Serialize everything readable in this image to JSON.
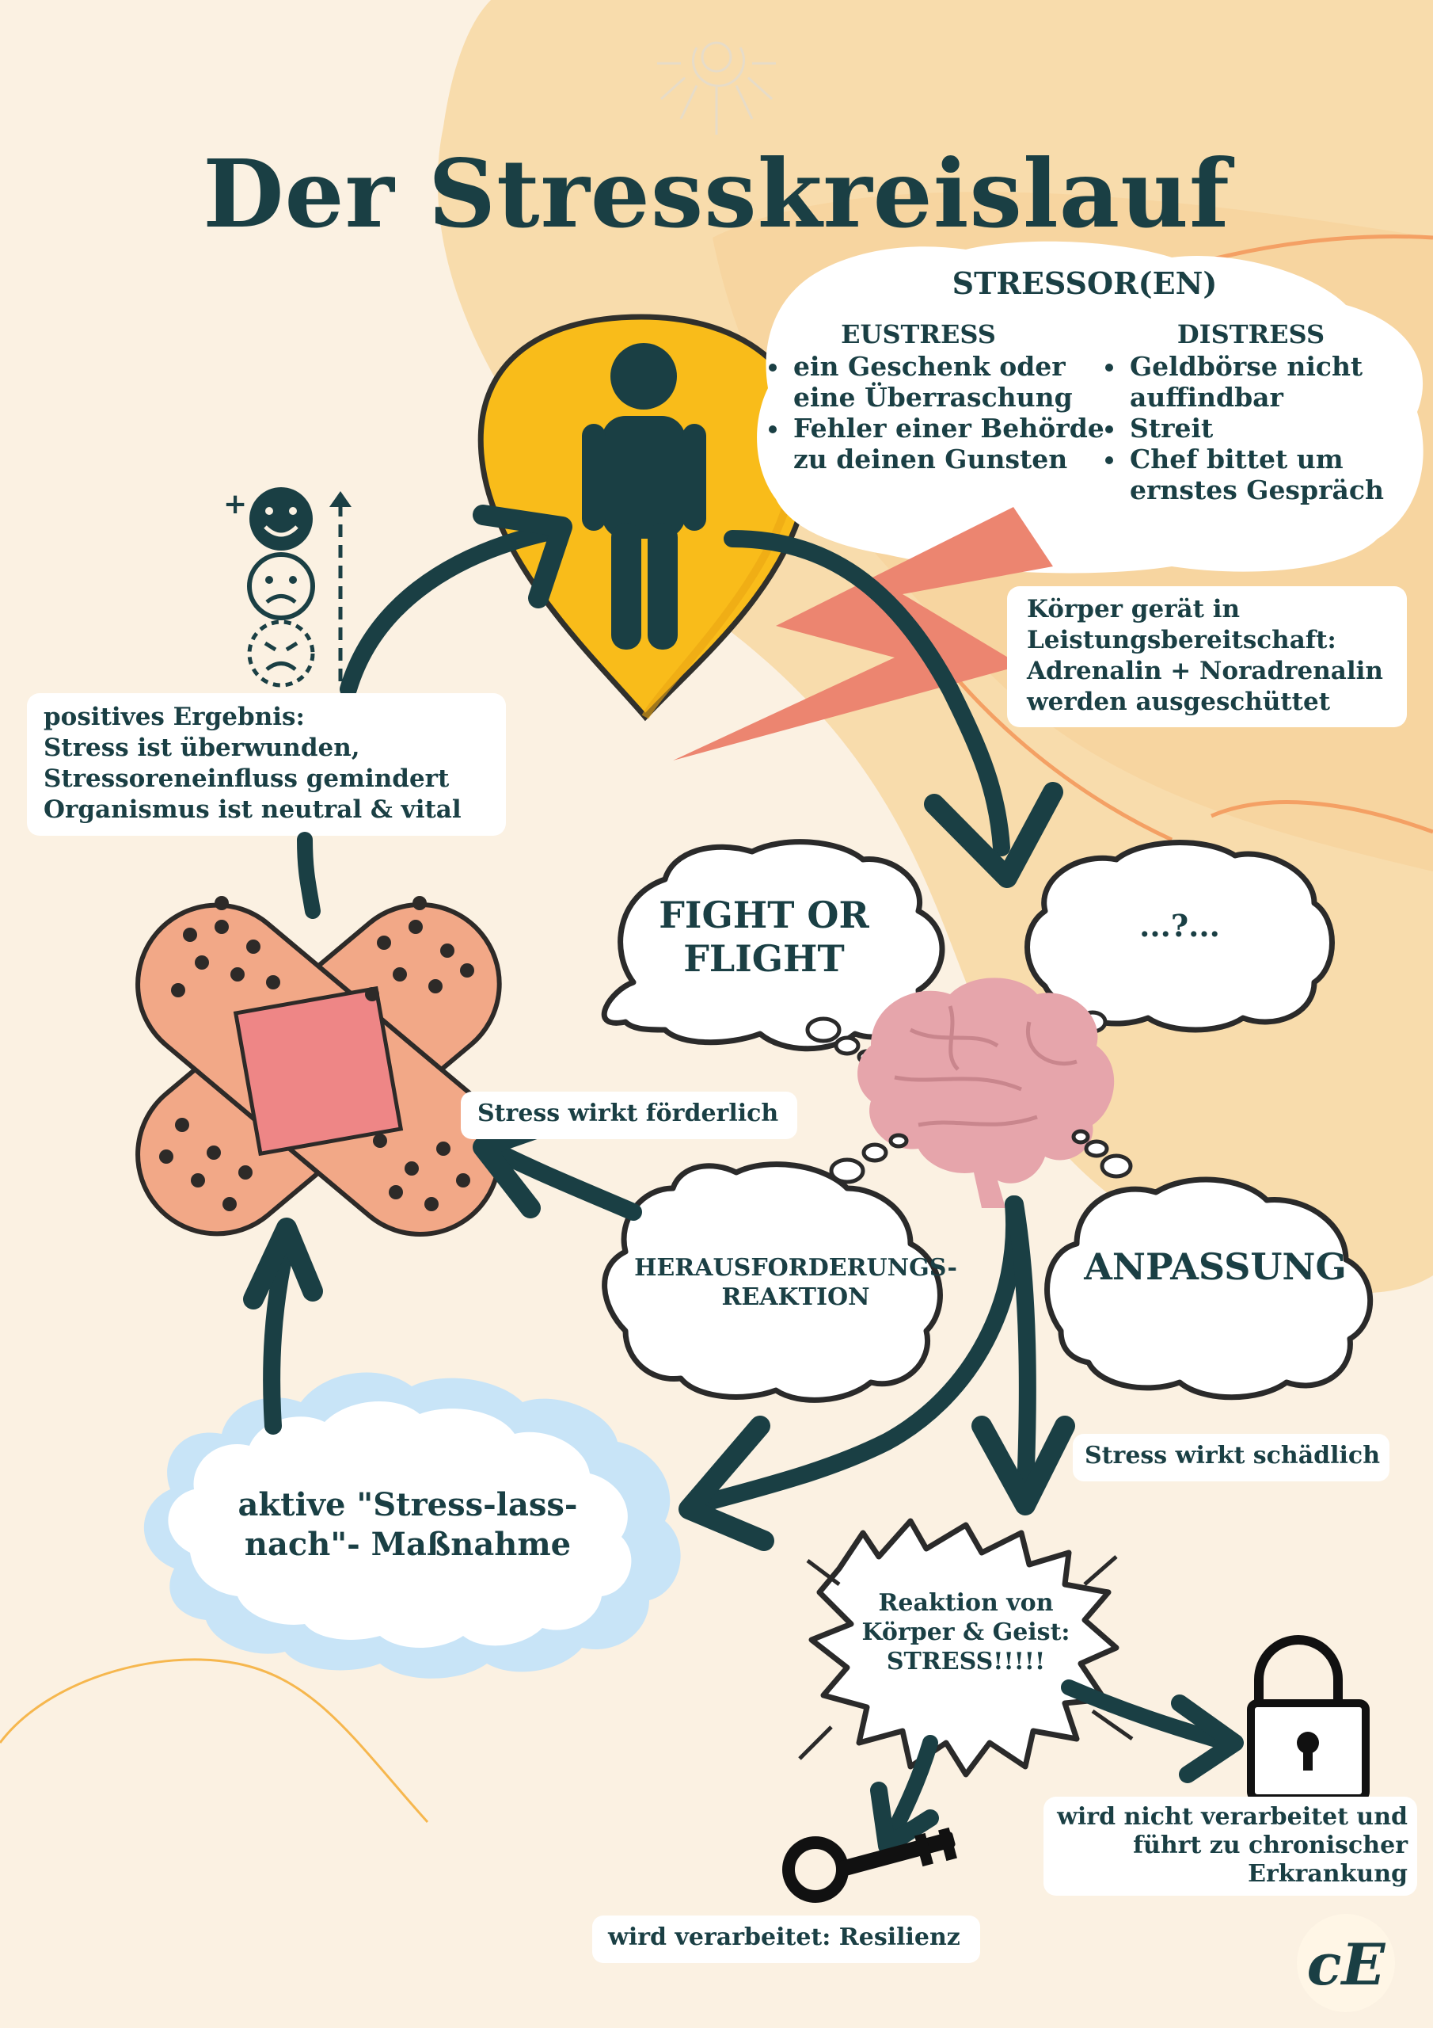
{
  "title": "Der Stresskreislauf",
  "stressor": {
    "heading": "STRESSOR(EN)",
    "eustress": {
      "label": "EUSTRESS",
      "items": [
        "ein Geschenk oder eine Überraschung",
        "Fehler einer Behörde zu deinen Gunsten"
      ]
    },
    "distress": {
      "label": "DISTRESS",
      "items": [
        "Geldbörse nicht auffindbar",
        "Streit",
        "Chef bittet um ernstes Gespräch"
      ]
    }
  },
  "body_reaction": [
    "Körper gerät in",
    "Leistungsbereitschaft:",
    "Adrenalin + Noradrenalin",
    "werden ausgeschüttet"
  ],
  "positive_result": [
    "positives Ergebnis:",
    "Stress ist überwunden,",
    "Stressoreneinfluss gemindert",
    "Organismus ist neutral & vital"
  ],
  "thoughts": {
    "fight_or_flight": [
      "FIGHT OR",
      "FLIGHT"
    ],
    "unknown": "...?...",
    "challenge": [
      "HERAUSFORDERUNGS-",
      "REAKTION"
    ],
    "adaptation": "ANPASSUNG"
  },
  "labels": {
    "stress_beneficial": "Stress wirkt förderlich",
    "stress_harmful": "Stress wirkt schädlich",
    "relief_measure": [
      "aktive \"Stress-lass-",
      "nach\"- Maßnahme"
    ],
    "stress_reaction": [
      "Reaktion von",
      "Körper & Geist:",
      "STRESS!!!!!"
    ],
    "resilience": "wird verarbeitet: Resilienz",
    "chronic": [
      "wird nicht verarbeitet und",
      "führt zu chronischer",
      "Erkrankung"
    ]
  },
  "colors": {
    "background": "#fbf1e2",
    "dark_teal": "#1a3f44",
    "yellow_pin": "#f9bc1a",
    "lightning": "#ec8570",
    "peach_blob": "#f7d49a",
    "bandage": "#f2a887",
    "bandage_pad": "#ee8686",
    "brain": "#e6a5ab",
    "cloud_blue": "#c8e4f7"
  },
  "icons": [
    "moon-logo-icon",
    "person-pin-icon",
    "lightning-icon",
    "mood-scale-icon",
    "bandage-icon",
    "brain-icon",
    "lock-icon",
    "key-icon",
    "ce-logo-icon"
  ]
}
